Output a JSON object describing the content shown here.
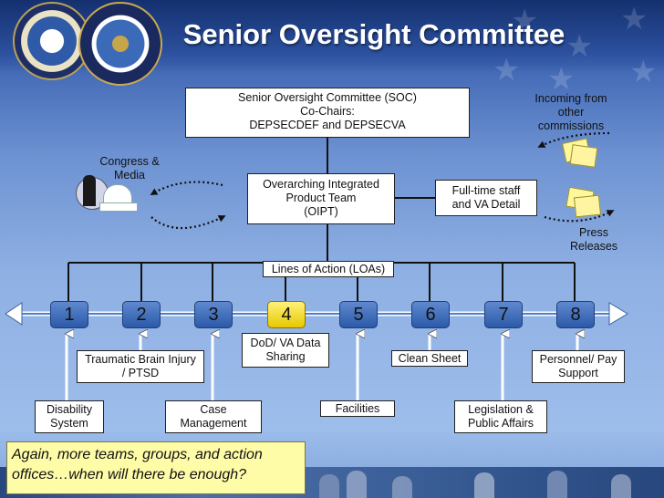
{
  "title": "Senior Oversight Committee",
  "soc_box": {
    "line1": "Senior Oversight Committee (SOC)",
    "line2": "Co-Chairs:",
    "line3": "DEPSECDEF and DEPSECVA"
  },
  "incoming": {
    "line1": "Incoming from",
    "line2": "other",
    "line3": "commissions"
  },
  "congress": {
    "line1": "Congress &",
    "line2": "Media"
  },
  "oipt_box": {
    "line1": "Overarching Integrated",
    "line2": "Product Team",
    "line3": "(OIPT)"
  },
  "staff_box": {
    "line1": "Full-time staff",
    "line2": "and VA Detail"
  },
  "press": {
    "line1": "Press",
    "line2": "Releases"
  },
  "loa_label": "Lines of Action (LOAs)",
  "loa_numbers": [
    "1",
    "2",
    "3",
    "4",
    "5",
    "6",
    "7",
    "8"
  ],
  "highlighted_loa": "4",
  "loa_items": {
    "disability": {
      "line1": "Disability",
      "line2": "System"
    },
    "tbi": {
      "line1": "Traumatic Brain Injury",
      "line2": "/ PTSD"
    },
    "case_mgmt": {
      "line1": "Case",
      "line2": "Management"
    },
    "sharing": {
      "line1": "DoD/ VA Data",
      "line2": "Sharing"
    },
    "facilities": "Facilities",
    "clean_sheet": "Clean Sheet",
    "legislation": {
      "line1": "Legislation &",
      "line2": "Public Affairs"
    },
    "personnel": {
      "line1": "Personnel/ Pay",
      "line2": "Support"
    }
  },
  "callout": {
    "line1": "Again, more teams, groups, and action",
    "line2": "offices…when will there be enough?"
  },
  "colors": {
    "background_top": "#1f3f86",
    "background_bottom": "#9dbdeb",
    "number_box": "#2c5aa8",
    "highlight": "#ffe600",
    "callout": "#fffca8"
  }
}
